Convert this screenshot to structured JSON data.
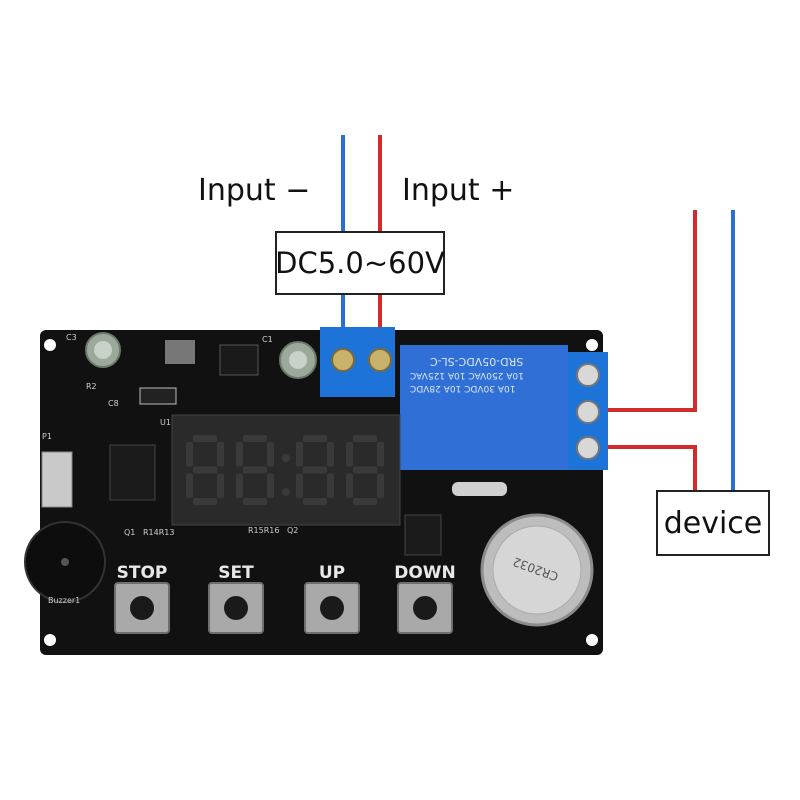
{
  "labels": {
    "input_negative": "Input −",
    "input_positive": "Input +",
    "voltage_range": "DC5.0~60V",
    "device": "device"
  },
  "buttons": [
    {
      "label": "STOP"
    },
    {
      "label": "SET"
    },
    {
      "label": "UP"
    },
    {
      "label": "DOWN"
    }
  ],
  "relay": {
    "line1": "SRD-05VDC-SL-C",
    "line2": "10A 250VAC  10A 125VAC",
    "line3": "10A 30VDC  10A 28VDC"
  },
  "battery": {
    "label": "CR2032"
  },
  "silkscreen": {
    "p1": "P1",
    "buzzer": "Buzzer1",
    "c3": "C3",
    "r2": "R2",
    "u1": "U1",
    "c1": "C1",
    "c8": "C8",
    "r15r16": "R15R16",
    "q2": "Q2",
    "q1": "Q1",
    "r14r13": "R14R13"
  },
  "colors": {
    "wire_positive": "#d42a2a",
    "wire_negative": "#2a6fd4",
    "pcb": "#111111",
    "relay": "#2f6fd6",
    "terminal": "#1e73d9",
    "display_segment": "#3a3a3a"
  }
}
